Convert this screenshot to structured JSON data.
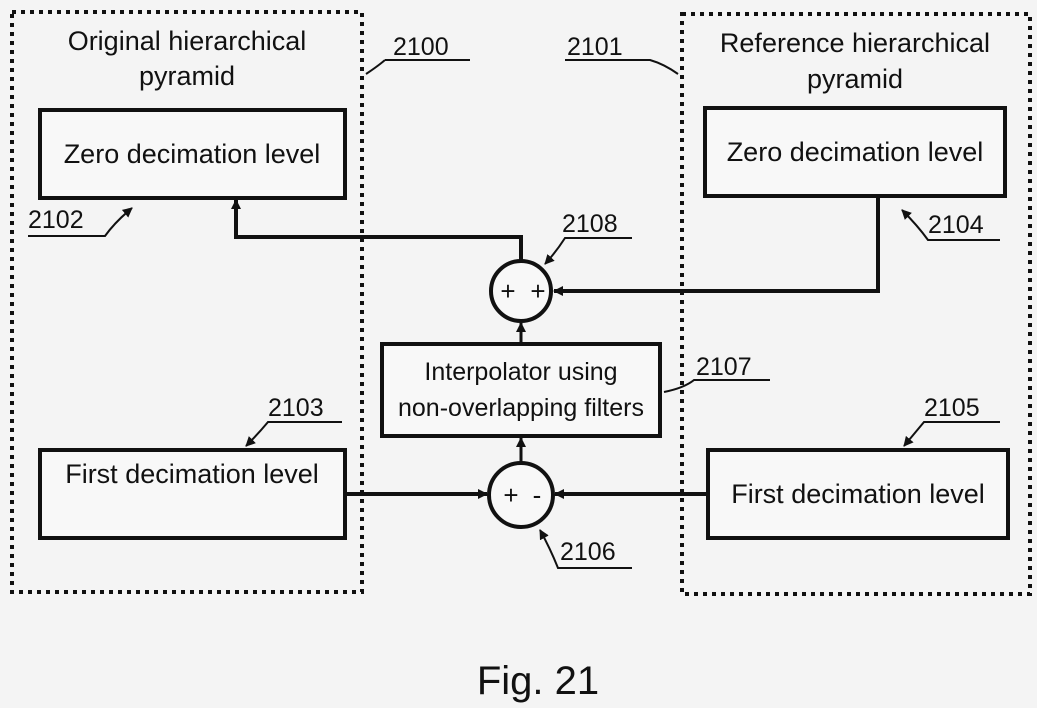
{
  "figure_caption": "Fig. 21",
  "original_pyramid": {
    "title_line1": "Original hierarchical",
    "title_line2": "pyramid",
    "ref": "2100",
    "zero_level": {
      "label": "Zero decimation level",
      "ref": "2102"
    },
    "first_level": {
      "label": "First decimation level",
      "ref": "2103"
    }
  },
  "reference_pyramid": {
    "title_line1": "Reference hierarchical",
    "title_line2": "pyramid",
    "ref": "2101",
    "zero_level": {
      "label": "Zero decimation level",
      "ref": "2104"
    },
    "first_level": {
      "label": "First decimation level",
      "ref": "2105"
    }
  },
  "interpolator": {
    "line1": "Interpolator using",
    "line2": "non-overlapping filters",
    "ref": "2107"
  },
  "subtractor": {
    "left_sign": "+",
    "right_sign": "-",
    "ref": "2106"
  },
  "adder": {
    "left_sign": "+",
    "right_sign": "+",
    "ref": "2108"
  }
}
